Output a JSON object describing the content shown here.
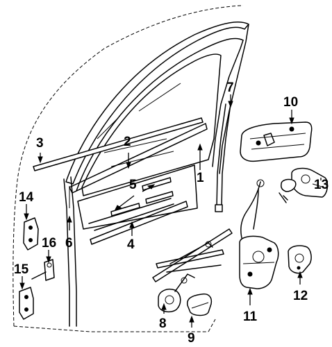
{
  "diagram": {
    "callouts": [
      {
        "id": "label-1",
        "text": "1"
      },
      {
        "id": "label-2",
        "text": "2"
      },
      {
        "id": "label-3",
        "text": "3"
      },
      {
        "id": "label-4",
        "text": "4"
      },
      {
        "id": "label-5",
        "text": "5"
      },
      {
        "id": "label-6",
        "text": "6"
      },
      {
        "id": "label-7",
        "text": "7"
      },
      {
        "id": "label-8",
        "text": "8"
      },
      {
        "id": "label-9",
        "text": "9"
      },
      {
        "id": "label-10",
        "text": "10"
      },
      {
        "id": "label-11",
        "text": "11"
      },
      {
        "id": "label-12",
        "text": "12"
      },
      {
        "id": "label-13",
        "text": "13"
      },
      {
        "id": "label-14",
        "text": "14"
      },
      {
        "id": "label-15",
        "text": "15"
      },
      {
        "id": "label-16",
        "text": "16"
      }
    ],
    "colors": {
      "ink": "#000000",
      "paper": "#ffffff"
    }
  }
}
